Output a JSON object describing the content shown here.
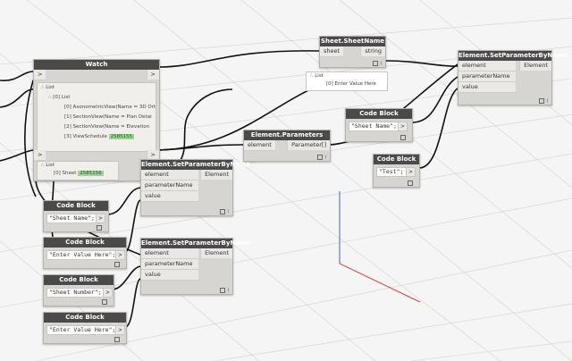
{
  "nodes": {
    "watch": {
      "title": "Watch",
      "in": ">",
      "out": ">",
      "tree": [
        "∴ List",
        "∴ [0] List",
        "[0] AxonometricView(Name = 3D Ort",
        "[1] SectionView(Name = Plan Detai",
        "[2] SectionView(Name = Elevation",
        "[3] ViewSchedule"
      ],
      "schedule_id": "2585155",
      "sub_tree": [
        "∴ List",
        "[0] Sheet"
      ],
      "sheet_id": "2585156"
    },
    "sheet_name": {
      "title": "Sheet.SheetName",
      "in": "sheet",
      "out": "string",
      "preview": [
        "∴ List",
        "[0] Enter Value Here"
      ]
    },
    "parameters": {
      "title": "Element.Parameters",
      "in": "element",
      "out": "Parameter[]"
    },
    "setparam_top": {
      "title": "Element.SetParameterByName",
      "inputs": [
        "element",
        "parameterName",
        "value"
      ],
      "out": "Element"
    },
    "setparam_1": {
      "title": "Element.SetParameterByName",
      "inputs": [
        "element",
        "parameterName",
        "value"
      ],
      "out": "Element"
    },
    "setparam_2": {
      "title": "Element.SetParameterByName",
      "inputs": [
        "element",
        "parameterName",
        "value"
      ],
      "out": "Element"
    },
    "cb_sheet_name_right": {
      "title": "Code Block",
      "code": "\"Sheet Name\";",
      "out": ">"
    },
    "cb_test": {
      "title": "Code Block",
      "code": "\"Test\";",
      "out": ">"
    },
    "cb_sheet_name_left": {
      "title": "Code Block",
      "code": "\"Sheet Name\";",
      "out": ">"
    },
    "cb_enter_value_1": {
      "title": "Code Block",
      "code": "\"Enter Value Here\";",
      "out": ">"
    },
    "cb_sheet_number": {
      "title": "Code Block",
      "code": "\"Sheet Number\";",
      "out": ">"
    },
    "cb_enter_value_2": {
      "title": "Code Block",
      "code": "\"Enter Value Here\";",
      "out": ">"
    }
  },
  "colors": {
    "node_title": "#4a4a4a",
    "node_body": "#d7d5d1",
    "wire": "#111111",
    "highlight": "#9fd39a",
    "axis_red": "#d94040",
    "axis_blue": "#4a5ad9"
  }
}
